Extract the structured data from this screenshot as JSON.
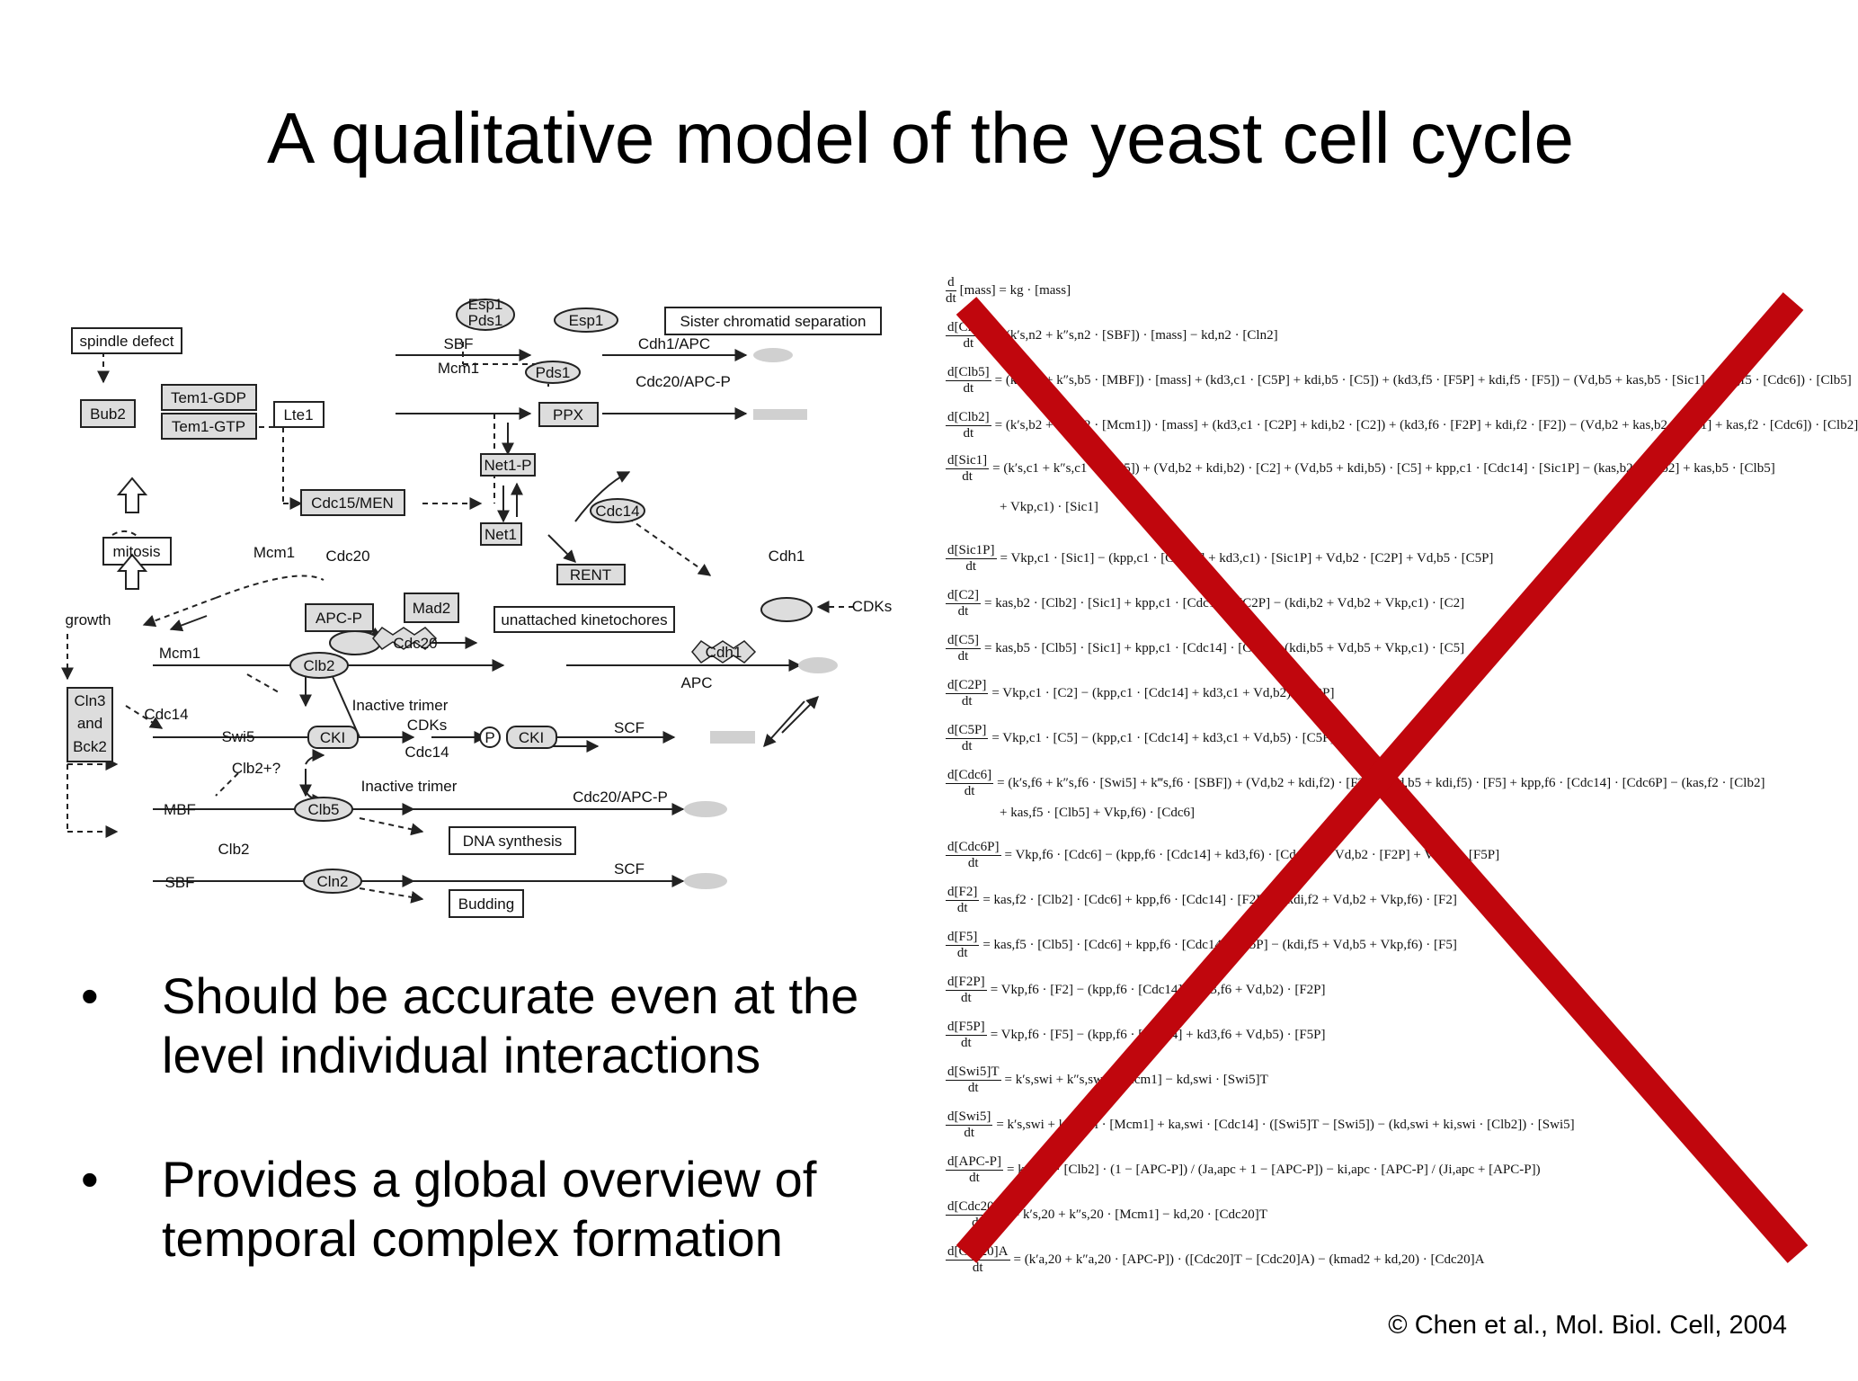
{
  "title": "A qualitative model of the yeast cell cycle",
  "diagram": {
    "nodes": {
      "spindle_defect": "spindle defect",
      "bub2": "Bub2",
      "tem1_gdp": "Tem1-GDP",
      "tem1_gtp": "Tem1-GTP",
      "lte1": "Lte1",
      "cdc15_men": "Cdc15/MEN",
      "esp1_pds1_a": "Esp1",
      "esp1_pds1_b": "Pds1",
      "esp1": "Esp1",
      "sister": "Sister chromatid separation",
      "sbf_top": "SBF",
      "mcm1_top": "Mcm1",
      "pds1": "Pds1",
      "cdh1_apc_top": "Cdh1/APC",
      "cdc20_apc_p_top": "Cdc20/APC-P",
      "ppx": "PPX",
      "net1_p": "Net1-P",
      "net1": "Net1",
      "cdc14": "Cdc14",
      "rent": "RENT",
      "mitosis": "mitosis",
      "mcm1_a": "Mcm1",
      "cdc20": "Cdc20",
      "cdh1": "Cdh1",
      "mad2": "Mad2",
      "apc_p": "APC-P",
      "unattached": "unattached kinetochores",
      "cdc20_star": "Cdc20",
      "cdh1_star": "Cdh1",
      "cdks": "CDKs",
      "growth": "growth",
      "mcm1_b": "Mcm1",
      "clb2": "Clb2",
      "apc": "APC",
      "cln3": "Cln3",
      "and": "and",
      "bck2": "Bck2",
      "cdc14_b": "Cdc14",
      "swi5": "Swi5",
      "inactive_trimer_1": "Inactive trimer",
      "cki": "CKI",
      "cdks_mid": "CDKs",
      "cdc14_mid": "Cdc14",
      "p": "P",
      "cki_p": "CKI",
      "scf_1": "SCF",
      "clb2_q": "Clb2+?",
      "inactive_trimer_2": "Inactive trimer",
      "mbf": "MBF",
      "clb5": "Clb5",
      "cdc20_apc_p": "Cdc20/APC-P",
      "dna": "DNA synthesis",
      "clb2_b": "Clb2",
      "sbf": "SBF",
      "cln2": "Cln2",
      "scf_2": "SCF",
      "budding": "Budding"
    }
  },
  "bullets": [
    "Should be accurate even at the level individual interactions",
    "Provides a global overview of temporal complex formation"
  ],
  "bullet_symbol": "•",
  "equations": [
    {
      "num": "d",
      "den": "dt",
      "rhs": "[mass] = kg · [mass]"
    },
    {
      "num": "d[Cln2]",
      "den": "dt",
      "rhs": "= (k′s,n2 + k″s,n2 · [SBF]) · [mass] − kd,n2 · [Cln2]"
    },
    {
      "num": "d[Clb5]",
      "den": "dt",
      "rhs": "= (k′s,b5 + k″s,b5 · [MBF]) · [mass] + (kd3,c1 · [C5P] + kdi,b5 · [C5]) + (kd3,f5 · [F5P] + kdi,f5 · [F5]) − (Vd,b5 + kas,b5 · [Sic1] + kas,f5 · [Cdc6]) · [Clb5]"
    },
    {
      "num": "d[Clb2]",
      "den": "dt",
      "rhs": "= (k′s,b2 + k″s,b2 · [Mcm1]) · [mass] + (kd3,c1 · [C2P] + kdi,b2 · [C2]) + (kd3,f6 · [F2P] + kdi,f2 · [F2]) − (Vd,b2 + kas,b2 · [Sic1] + kas,f2 · [Cdc6]) · [Clb2]"
    },
    {
      "num": "d[Sic1]",
      "den": "dt",
      "rhs": "= (k′s,c1 + k″s,c1 · [Swi5]) + (Vd,b2 + kdi,b2) · [C2] + (Vd,b5 + kdi,b5) · [C5] + kpp,c1 · [Cdc14] · [Sic1P] − (kas,b2 · [Clb2] + kas,b5 · [Clb5]"
    },
    {
      "num": "d[Sic1P]",
      "den": "dt",
      "rhs": "= Vkp,c1 · [Sic1] − (kpp,c1 · [Cdc14] + kd3,c1) · [Sic1P] + Vd,b2 · [C2P] + Vd,b5 · [C5P]"
    },
    {
      "num": "d[C2]",
      "den": "dt",
      "rhs": "= kas,b2 · [Clb2] · [Sic1] + kpp,c1 · [Cdc14] · [C2P] − (kdi,b2 + Vd,b2 + Vkp,c1) · [C2]"
    },
    {
      "num": "d[C5]",
      "den": "dt",
      "rhs": "= kas,b5 · [Clb5] · [Sic1] + kpp,c1 · [Cdc14] · [C5P] − (kdi,b5 + Vd,b5 + Vkp,c1) · [C5]"
    },
    {
      "num": "d[C2P]",
      "den": "dt",
      "rhs": "= Vkp,c1 · [C2] − (kpp,c1 · [Cdc14] + kd3,c1 + Vd,b2) · [C2P]"
    },
    {
      "num": "d[C5P]",
      "den": "dt",
      "rhs": "= Vkp,c1 · [C5] − (kpp,c1 · [Cdc14] + kd3,c1 + Vd,b5) · [C5P]"
    },
    {
      "num": "d[Cdc6]",
      "den": "dt",
      "rhs": "= (k′s,f6 + k″s,f6 · [Swi5] + k‴s,f6 · [SBF]) + (Vd,b2 + kdi,f2) · [F2] + (Vd,b5 + kdi,f5) · [F5] + kpp,f6 · [Cdc14] · [Cdc6P] − (kas,f2 · [Clb2]"
    },
    {
      "num": "d[Cdc6P]",
      "den": "dt",
      "rhs": "= Vkp,f6 · [Cdc6] − (kpp,f6 · [Cdc14] + kd3,f6) · [Cdc6P] + Vd,b2 · [F2P] + Vd,b5 · [F5P]"
    },
    {
      "num": "d[F2]",
      "den": "dt",
      "rhs": "= kas,f2 · [Clb2] · [Cdc6] + kpp,f6 · [Cdc14] · [F2P] − (kdi,f2 + Vd,b2 + Vkp,f6) · [F2]"
    },
    {
      "num": "d[F5]",
      "den": "dt",
      "rhs": "= kas,f5 · [Clb5] · [Cdc6] + kpp,f6 · [Cdc14] · [F5P] − (kdi,f5 + Vd,b5 + Vkp,f6) · [F5]"
    },
    {
      "num": "d[F2P]",
      "den": "dt",
      "rhs": "= Vkp,f6 · [F2] − (kpp,f6 · [Cdc14] + kd3,f6 + Vd,b2) · [F2P]"
    },
    {
      "num": "d[F5P]",
      "den": "dt",
      "rhs": "= Vkp,f6 · [F5] − (kpp,f6 · [Cdc14] + kd3,f6 + Vd,b5) · [F5P]"
    },
    {
      "num": "d[Swi5]T",
      "den": "dt",
      "rhs": "= k′s,swi + k″s,swi · [Mcm1] − kd,swi · [Swi5]T"
    },
    {
      "num": "d[Swi5]",
      "den": "dt",
      "rhs": "= k′s,swi + k″s,swi · [Mcm1] + ka,swi · [Cdc14] · ([Swi5]T − [Swi5]) − (kd,swi + ki,swi · [Clb2]) · [Swi5]"
    },
    {
      "num": "d[APC-P]",
      "den": "dt",
      "rhs": "= ka,apc · [Clb2] · (1 − [APC-P]) / (Ja,apc + 1 − [APC-P]) − ki,apc · [APC-P] / (Ji,apc + [APC-P])"
    },
    {
      "num": "d[Cdc20]T",
      "den": "dt",
      "rhs": "= k′s,20 + k″s,20 · [Mcm1] − kd,20 · [Cdc20]T"
    },
    {
      "num": "d[Cdc20]A",
      "den": "dt",
      "rhs": "= (k′a,20 + k″a,20 · [APC-P]) · ([Cdc20]T − [Cdc20]A) − (kmad2 + kd,20) · [Cdc20]A"
    }
  ],
  "equation_continuations": [
    "+ Vkp,c1) · [Sic1]",
    "+ kas,f5 · [Clb5] + Vkp,f6) · [Cdc6]"
  ],
  "cross_color": "#c0060d",
  "citation": "© Chen et al., Mol. Biol. Cell, 2004"
}
